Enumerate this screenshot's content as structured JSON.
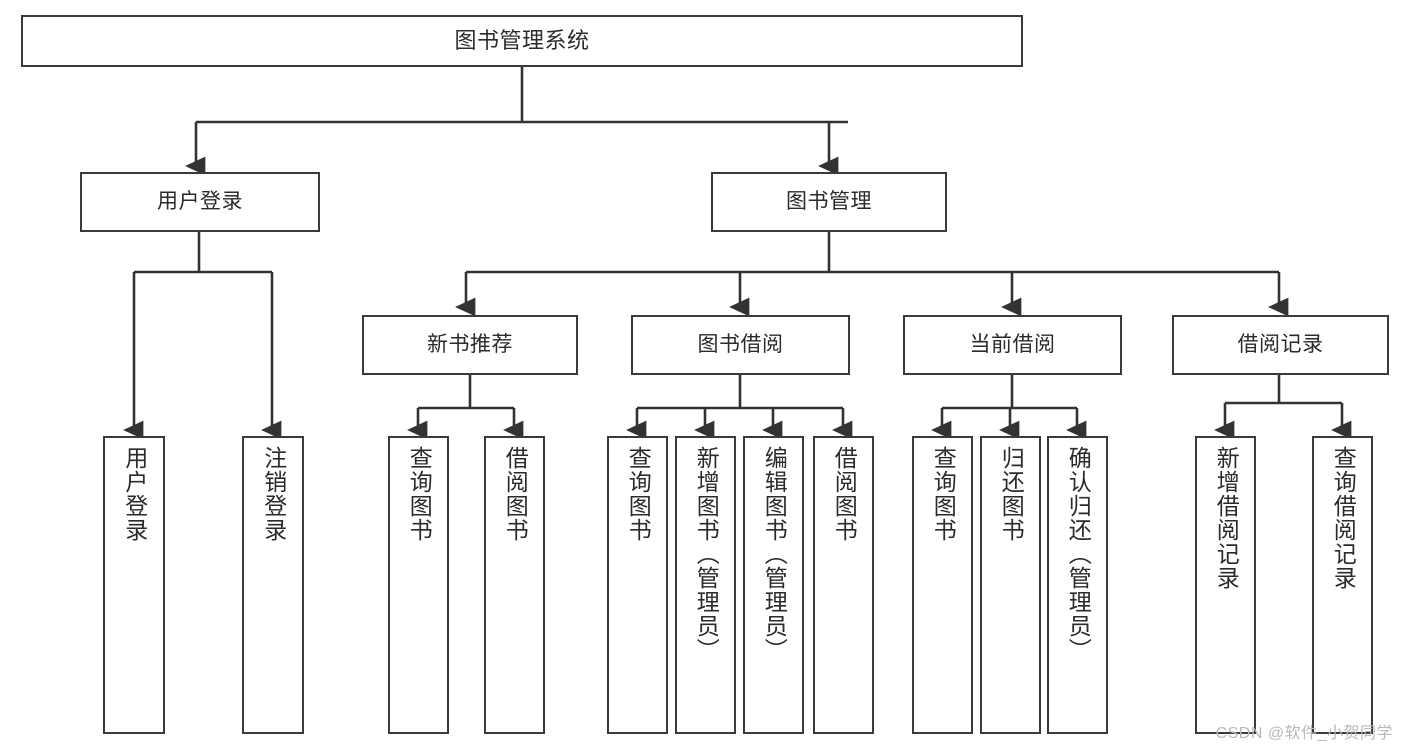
{
  "diagram": {
    "type": "tree-hierarchy-chart",
    "title": "图书管理系统",
    "watermark": "CSDN @软件_小贺同学",
    "colors": {
      "box_border": "#3a3a3a",
      "box_fill": "#ffffff",
      "connector": "#333333",
      "text": "#2b2b2b",
      "watermark": "#b9b9b9",
      "background": "#ffffff"
    },
    "nodes": {
      "root": {
        "label": "图书管理系统"
      },
      "level2": [
        {
          "id": "user-login",
          "label": "用户登录"
        },
        {
          "id": "book-management",
          "label": "图书管理"
        }
      ],
      "level3": [
        {
          "id": "new-book-recommend",
          "label": "新书推荐"
        },
        {
          "id": "book-borrow",
          "label": "图书借阅"
        },
        {
          "id": "current-borrow",
          "label": "当前借阅"
        },
        {
          "id": "borrow-record",
          "label": "借阅记录"
        }
      ],
      "leaves": {
        "user-login": [
          {
            "id": "leaf-user-login",
            "label": "用户登录"
          },
          {
            "id": "leaf-logout",
            "label": "注销登录"
          }
        ],
        "new-book-recommend": [
          {
            "id": "leaf-query-book-1",
            "label": "查询图书"
          },
          {
            "id": "leaf-borrow-book-1",
            "label": "借阅图书"
          }
        ],
        "book-borrow": [
          {
            "id": "leaf-query-book-2",
            "label": "查询图书"
          },
          {
            "id": "leaf-add-book",
            "label": "新增图书（管理员）"
          },
          {
            "id": "leaf-edit-book",
            "label": "编辑图书（管理员）"
          },
          {
            "id": "leaf-borrow-book-2",
            "label": "借阅图书"
          }
        ],
        "current-borrow": [
          {
            "id": "leaf-query-book-3",
            "label": "查询图书"
          },
          {
            "id": "leaf-return-book",
            "label": "归还图书"
          },
          {
            "id": "leaf-confirm-return",
            "label": "确认归还（管理员）"
          }
        ],
        "borrow-record": [
          {
            "id": "leaf-add-record",
            "label": "新增借阅记录"
          },
          {
            "id": "leaf-query-record",
            "label": "查询借阅记录"
          }
        ]
      }
    }
  }
}
